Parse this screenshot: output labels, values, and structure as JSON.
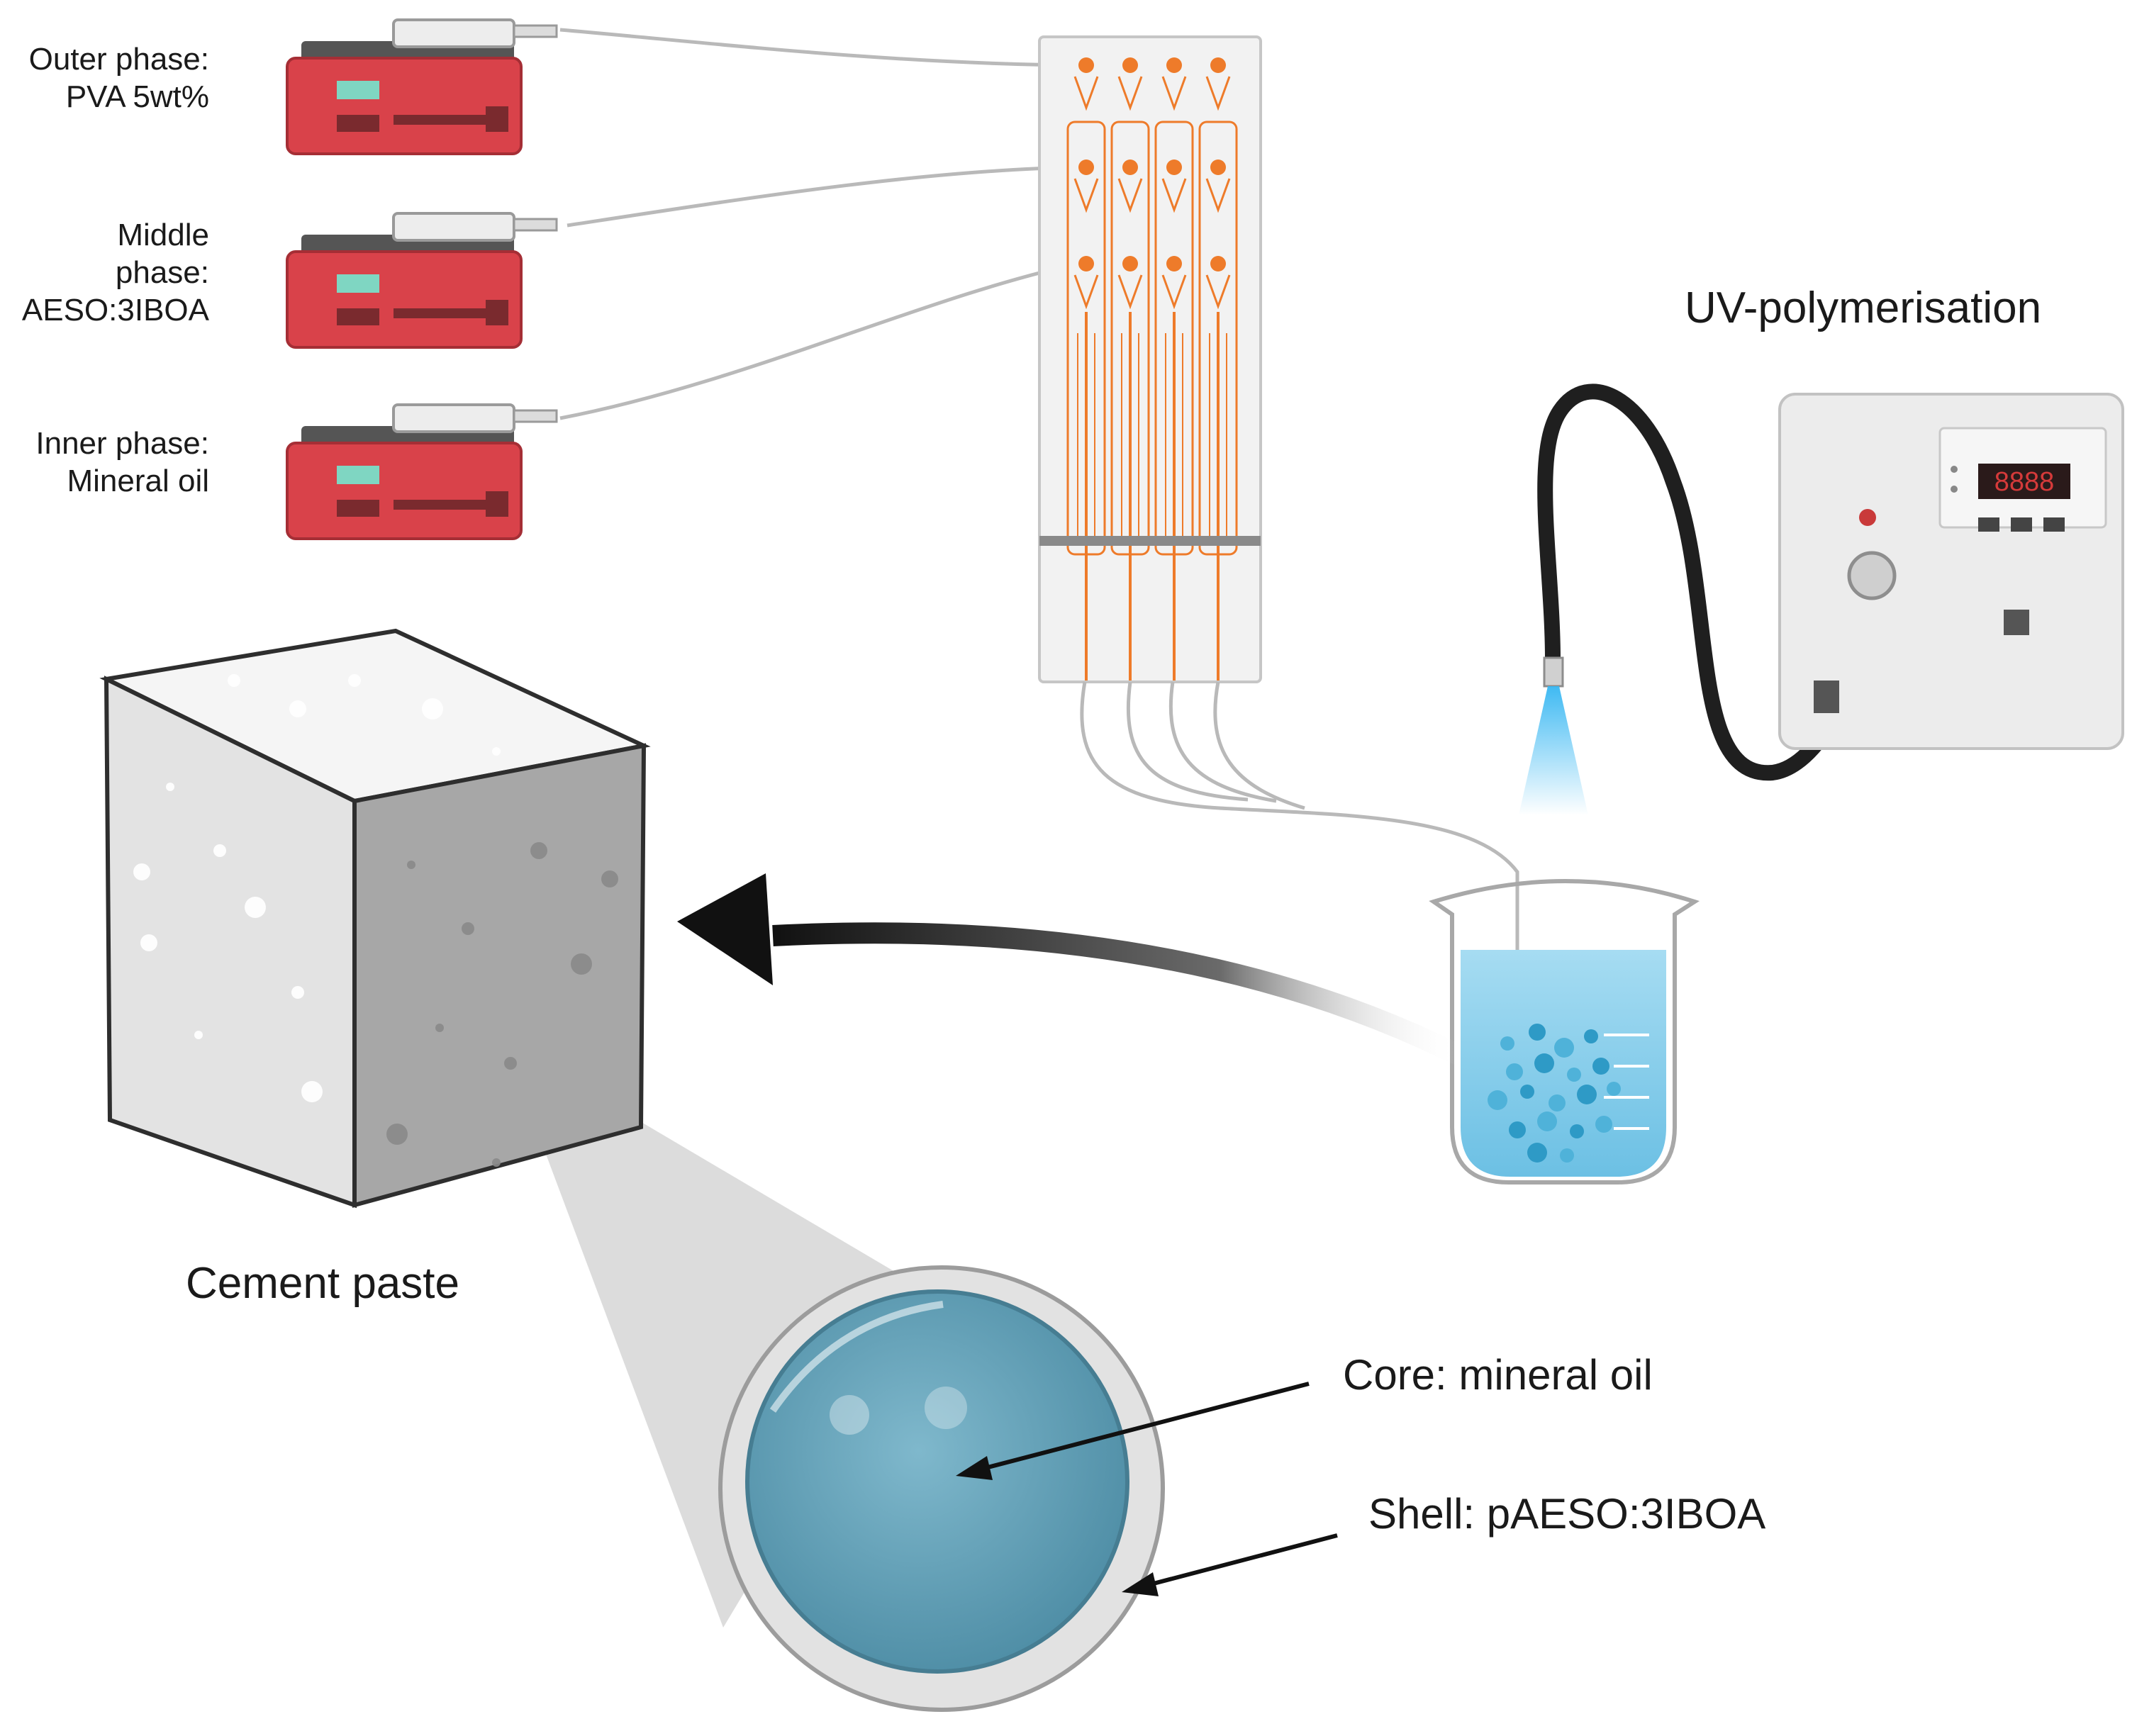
{
  "labels": {
    "outer_phase": "Outer phase:\nPVA 5wt%",
    "middle_phase": "Middle\nphase:\nAESO:3IBOA",
    "inner_phase": "Inner phase:\nMineral oil",
    "uv": "UV-polymerisation",
    "cement": "Cement paste",
    "core": "Core: mineral oil",
    "shell": "Shell: pAESO:3IBOA"
  },
  "uv_display": "8888",
  "colors": {
    "pump_red": "#d9424a",
    "channel_orange": "#ee7b2a",
    "water_blue": "#7cc8e8",
    "capsule_blue": "#5a9cb4",
    "uv_light": "#35b6f2"
  },
  "icons": [
    "syringe-pump-icon",
    "microfluidic-chip-icon",
    "uv-lamp-icon",
    "beaker-icon",
    "cement-cube-icon",
    "capsule-icon"
  ]
}
